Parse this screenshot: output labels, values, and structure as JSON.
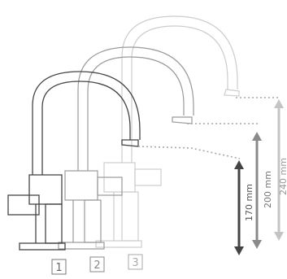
{
  "variants": [
    {
      "id": "faucet-1",
      "number": "1",
      "height_label": "170 mm",
      "color": "#3a3a3a",
      "label_color": "#555555"
    },
    {
      "id": "faucet-2",
      "number": "2",
      "height_label": "200 mm",
      "color": "#8e8e8e",
      "label_color": "#777777"
    },
    {
      "id": "faucet-3",
      "number": "3",
      "height_label": "240 mm",
      "color": "#c8c8c8",
      "label_color": "#999999"
    }
  ],
  "colors": {
    "background": "#ffffff",
    "guide_line": "#a8a8a8"
  },
  "icons": {
    "arrow": "double-headed-arrow"
  }
}
